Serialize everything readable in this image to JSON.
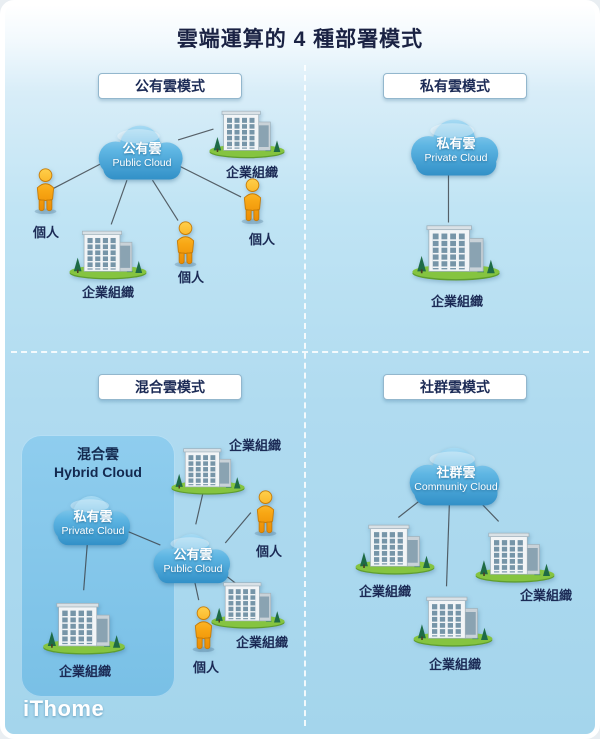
{
  "title": "雲端運算的 4 種部署模式",
  "brand": "iThome",
  "shared_labels": {
    "organization": "企業組織",
    "individual": "個人"
  },
  "quadrants": {
    "public": {
      "heading": "公有雲模式",
      "cloud": {
        "zh": "公有雲",
        "en": "Public Cloud"
      }
    },
    "private": {
      "heading": "私有雲模式",
      "cloud": {
        "zh": "私有雲",
        "en": "Private Cloud"
      }
    },
    "hybrid": {
      "heading": "混合雲模式",
      "zone": {
        "zh": "混合雲",
        "en": "Hybrid Cloud"
      },
      "private_cloud": {
        "zh": "私有雲",
        "en": "Private Cloud"
      },
      "public_cloud": {
        "zh": "公有雲",
        "en": "Public Cloud"
      }
    },
    "community": {
      "heading": "社群雲模式",
      "cloud": {
        "zh": "社群雲",
        "en": "Community Cloud"
      }
    }
  },
  "icons": {
    "cloud": "cloud-icon",
    "building": "building-icon",
    "person": "person-icon"
  },
  "colors": {
    "cloud_blue": "#3f9fd8",
    "person_orange": "#f49b0b",
    "zone_blue": "#82c6ea",
    "background_blue": "#b9e0f2",
    "heading_navy": "#1b2a55"
  }
}
